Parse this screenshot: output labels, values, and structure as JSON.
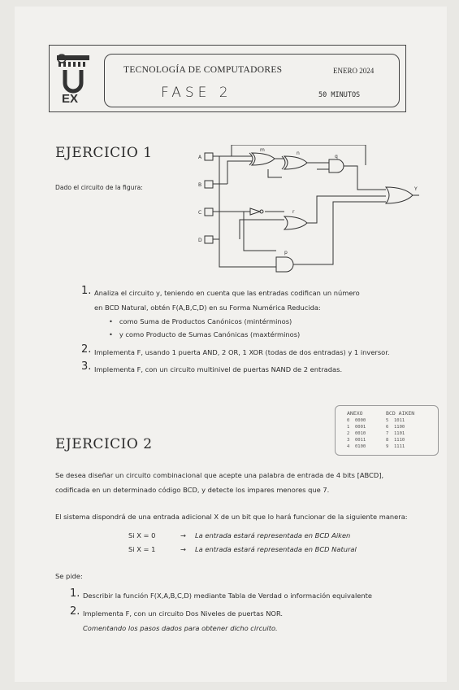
{
  "header": {
    "title": "TECNOLOGÍA DE COMPUTADORES",
    "date": "ENERO 2024",
    "phase": "FASE 2",
    "duration": "50 MINUTOS",
    "logo_text": "UEX"
  },
  "ejercicio1": {
    "title": "EJERCICIO 1",
    "intro": "Dado el circuito de la figura:",
    "inputs": [
      "A",
      "B",
      "C",
      "D"
    ],
    "gate_labels": [
      "m",
      "n",
      "q",
      "r",
      "p"
    ],
    "output_label": "Y",
    "q1_num": "1.",
    "q1_line1": "Analiza el circuito y, teniendo en cuenta que las entradas codifican un número",
    "q1_line2": "en BCD Natural, obtén F(A,B,C,D) en su Forma Numérica Reducida:",
    "q1_bullet1": "como Suma de Productos Canónicos (mintérminos)",
    "q1_bullet2": "y como Producto de Sumas Canónicas (maxtérminos)",
    "q2_num": "2.",
    "q2": "Implementa F, usando 1 puerta AND, 2 OR, 1 XOR (todas de dos entradas) y 1 inversor.",
    "q3_num": "3.",
    "q3": "Implementa F, con un circuito multinivel de puertas NAND de 2 entradas."
  },
  "aiken_table": {
    "col1": "ANEXO",
    "col2": "BCD AIKEN",
    "rows": [
      [
        "0",
        "0000",
        "5",
        "1011"
      ],
      [
        "1",
        "0001",
        "6",
        "1100"
      ],
      [
        "2",
        "0010",
        "7",
        "1101"
      ],
      [
        "3",
        "0011",
        "8",
        "1110"
      ],
      [
        "4",
        "0100",
        "9",
        "1111"
      ]
    ]
  },
  "ejercicio2": {
    "title": "EJERCICIO 2",
    "p1_line1": "Se desea diseñar un circuito combinacional que acepte una palabra de entrada de 4 bits [ABCD],",
    "p1_line2": "codificada en un determinado código BCD, y detecte los impares menores que 7.",
    "p2": "El sistema dispondrá de una entrada adicional X de un bit que lo hará funcionar de la siguiente manera:",
    "case1_cond": "Si  X = 0",
    "case1_arrow": "→",
    "case1_text": "La entrada estará representada en BCD Aiken",
    "case2_cond": "Si  X = 1",
    "case2_arrow": "→",
    "case2_text": "La entrada estará representada en BCD Natural",
    "se_pide": "Se pide:",
    "q1_num": "1.",
    "q1": "Describir la función F(X,A,B,C,D) mediante Tabla de Verdad o información equivalente",
    "q2_num": "2.",
    "q2_line1": "Implementa F, con un circuito Dos Niveles de puertas NOR.",
    "q2_line2": "Comentando los pasos dados para obtener dicho circuito."
  }
}
